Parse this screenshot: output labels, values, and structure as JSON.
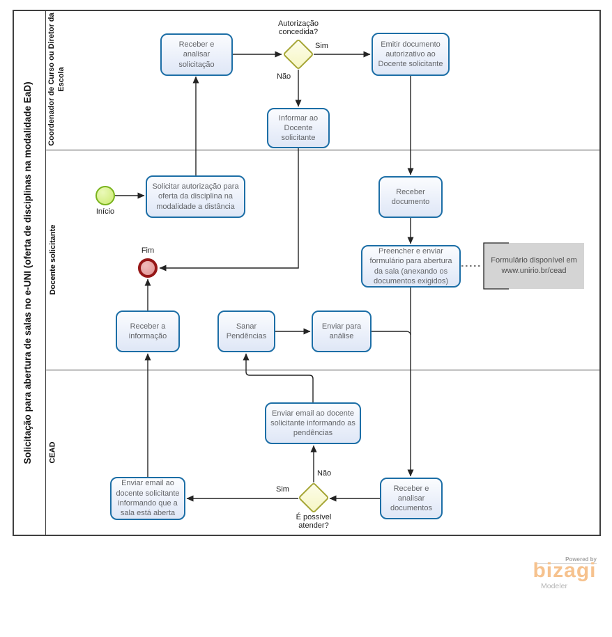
{
  "pool": {
    "title": "Solicitação para abertura de salas no e-UNI (oferta de disciplinas na modalidade EaD)",
    "lanes": [
      "Coordenador de Curso ou Diretor da Escola",
      "Docente  solicitante",
      "CEAD"
    ]
  },
  "events": {
    "start": "Início",
    "end": "Fim"
  },
  "tasks": {
    "receive_review_request": "Receber  e analisar solicitação",
    "issue_document": "Emitir documento autorizativo ao Docente solicitante",
    "inform_requester": "Informar ao Docente solicitante",
    "request_authorization": "Solicitar autorização para oferta da disciplina na modalidade a distância",
    "receive_document": "Receber documento",
    "fill_submit_form": "Preencher e enviar formulário para abertura da sala (anexando os documentos exigidos)",
    "receive_information": "Receber a informação",
    "resolve_pending_issues": "Sanar Pendências",
    "send_for_review": "Enviar para análise",
    "email_pending_issues": "Enviar email ao docente solicitante informando as pendências",
    "receive_review_documents": "Receber e analisar documentos",
    "email_room_open": "Enviar email ao docente solicitante informando que a sala está aberta"
  },
  "gateways": {
    "authorization": {
      "question": "Autorização concedida?",
      "yes_label": "Sim",
      "no_label": "Não"
    },
    "feasible": {
      "question": "É possível atender?",
      "yes_label": "Sim",
      "no_label": "Não"
    }
  },
  "annotation": "Formulário disponível em www.unirio.br/cead",
  "branding": {
    "powered_by": "Powered by",
    "brand": "bizagi",
    "product": "Modeler"
  },
  "colors": {
    "task_border": "#1c6ea6",
    "task_fill": "#e9eefb",
    "gateway_border": "#a6a636",
    "gateway_fill": "#f7f7c9",
    "start_border": "#79b31c",
    "start_fill": "#d5ef86",
    "end_border": "#961717",
    "end_fill": "#e49c9c",
    "annotation_fill": "#d4d4d4",
    "brand_color": "#f6c28e"
  }
}
